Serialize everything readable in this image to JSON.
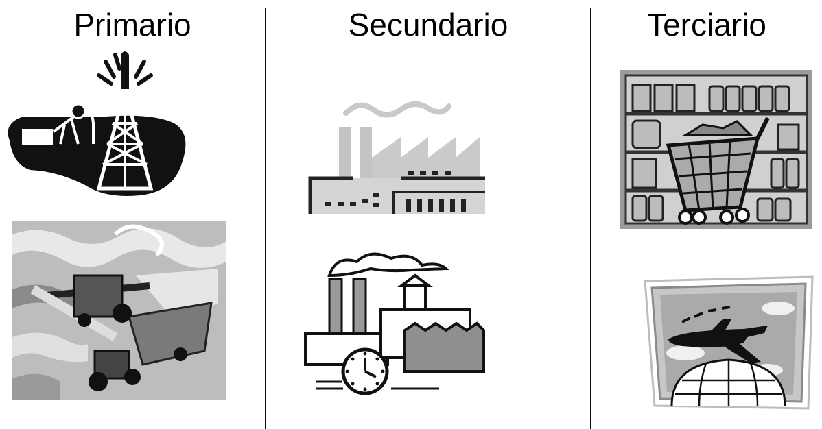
{
  "columns": [
    {
      "title": "Primario"
    },
    {
      "title": "Secundario"
    },
    {
      "title": "Terciario"
    }
  ],
  "colors": {
    "ink": "#111111",
    "gray": "#9a9a9a",
    "light": "#cfcfcf",
    "white": "#ffffff"
  }
}
